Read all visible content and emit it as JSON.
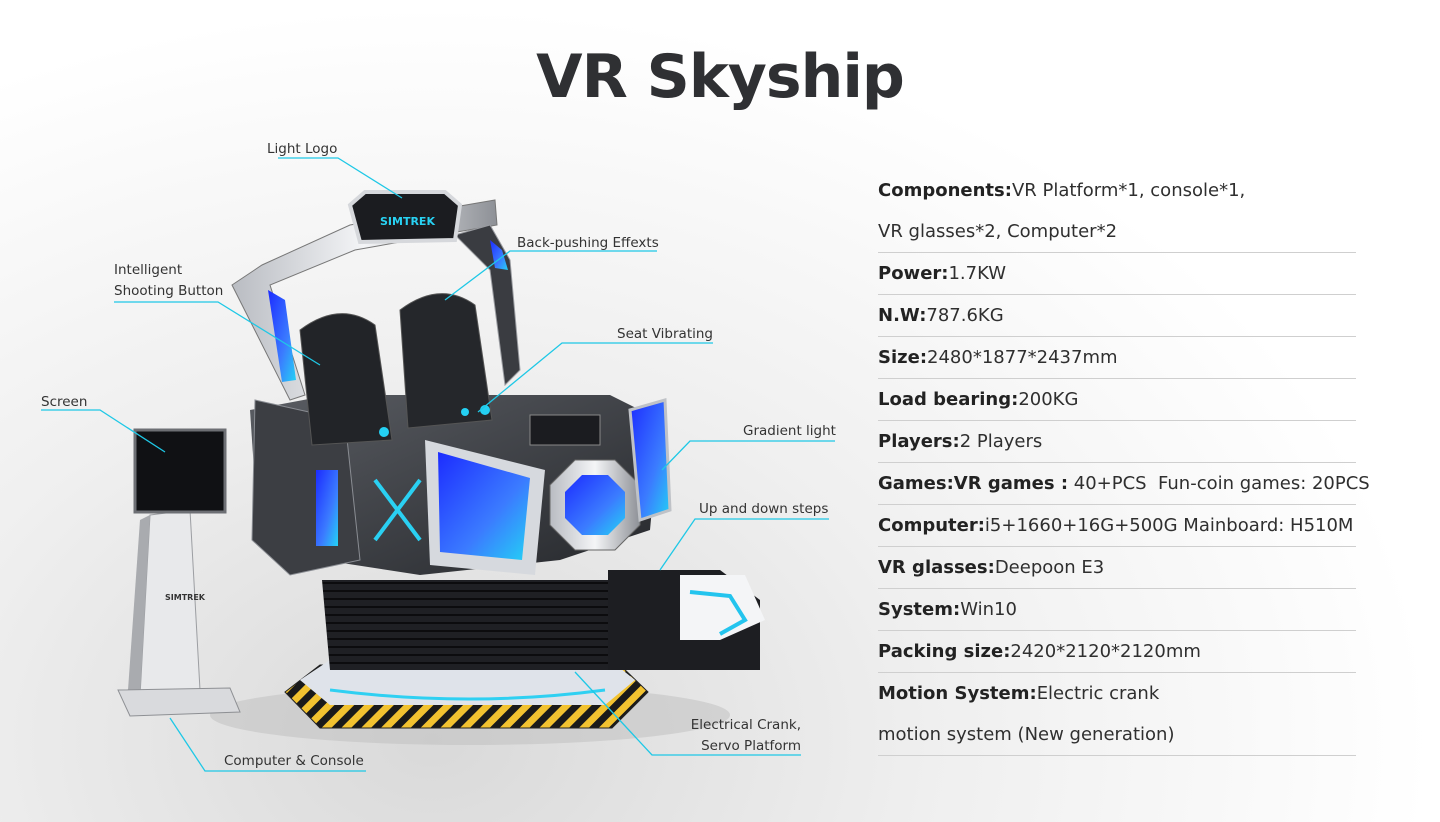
{
  "title": "VR Skyship",
  "brand": "SIMTREK",
  "callouts": {
    "light_logo": "Light Logo",
    "back_pushing": "Back-pushing Effexts",
    "shooting_line1": "Intelligent",
    "shooting_line2": "Shooting Button",
    "seat_vibrating": "Seat Vibrating",
    "screen": "Screen",
    "gradient_light": "Gradient light",
    "up_down_steps": "Up and down steps",
    "crank_line1": "Electrical Crank,",
    "crank_line2": "Servo Platform",
    "computer_console": "Computer & Console"
  },
  "specs": [
    {
      "label": "Components:",
      "value": "VR Platform*1, console*1,",
      "value2": "VR glasses*2, Computer*2"
    },
    {
      "label": "Power:",
      "value": "1.7KW"
    },
    {
      "label": "N.W:",
      "value": "787.6KG"
    },
    {
      "label": "Size:",
      "value": "2480*1877*2437mm"
    },
    {
      "label": "Load bearing:",
      "value": "200KG"
    },
    {
      "label": "Players:",
      "value": "2 Players"
    },
    {
      "label": "Games:VR games :",
      "value": " 40+PCS  Fun-coin games: 20PCS"
    },
    {
      "label": "Computer:",
      "value": "i5+1660+16G+500G Mainboard: H510M"
    },
    {
      "label": "VR glasses:",
      "value": "Deepoon E3"
    },
    {
      "label": "System:",
      "value": "Win10"
    },
    {
      "label": "Packing size:",
      "value": "2420*2120*2120mm"
    },
    {
      "label": "Motion System:",
      "value": "Electric crank",
      "value2": "motion system (New generation)"
    }
  ],
  "colors": {
    "leader": "#1ec8e6",
    "accent_blue": "#3a6cff",
    "cyan": "#22d3f0"
  }
}
